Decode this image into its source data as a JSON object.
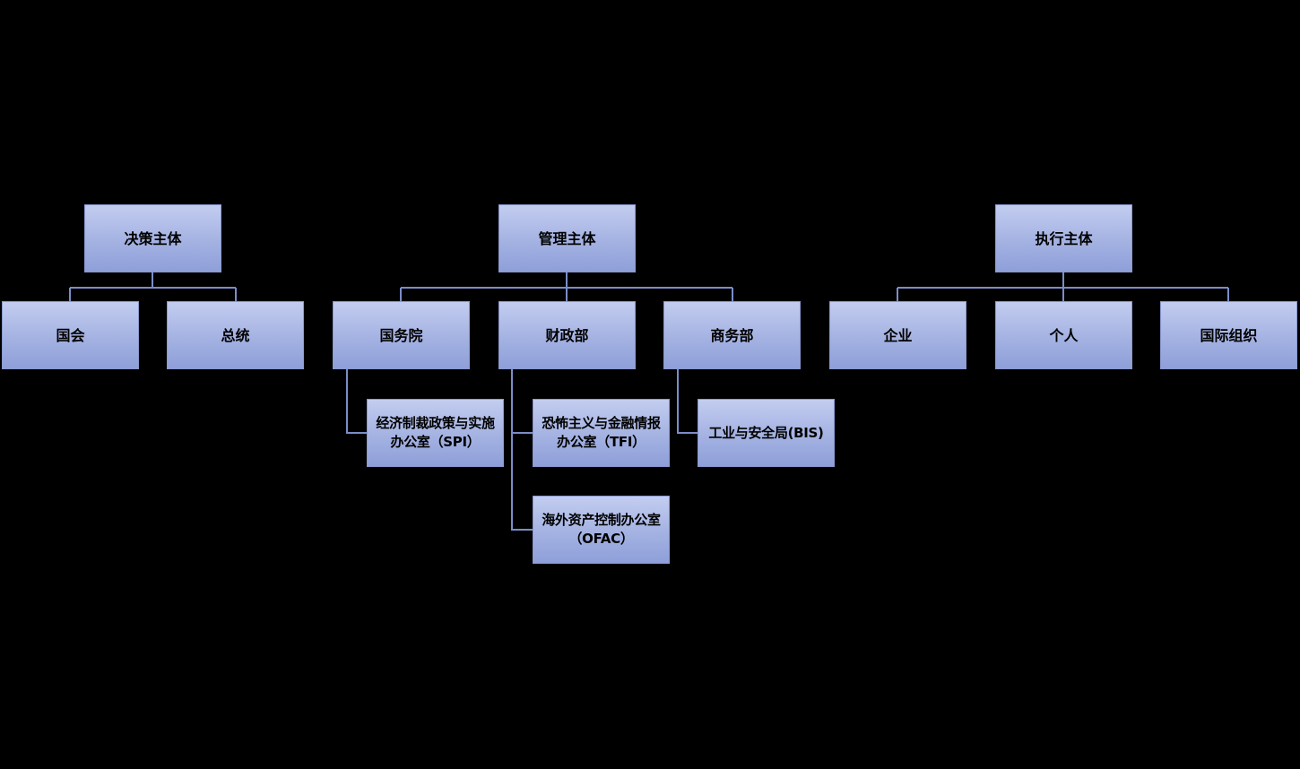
{
  "diagram": {
    "groups": [
      {
        "label": "决策主体",
        "children": [
          "国会",
          "总统"
        ]
      },
      {
        "label": "管理主体",
        "children": [
          {
            "label": "国务院",
            "sub": [
              "经济制裁政策与实施\n办公室（SPI）"
            ]
          },
          {
            "label": "财政部",
            "sub": [
              "恐怖主义与金融情报\n办公室（TFI）",
              "海外资产控制办公室\n（OFAC）"
            ]
          },
          {
            "label": "商务部",
            "sub": [
              "工业与安全局(BIS)"
            ]
          }
        ]
      },
      {
        "label": "执行主体",
        "children": [
          "企业",
          "个人",
          "国际组织"
        ]
      }
    ]
  },
  "colors": {
    "background": "#000000",
    "connector": "#7b8dc8",
    "box_fill_top": "#c3cdf0",
    "box_fill_bottom": "#8e9fd9",
    "box_border": "#8a99cf",
    "text": "#000000"
  }
}
